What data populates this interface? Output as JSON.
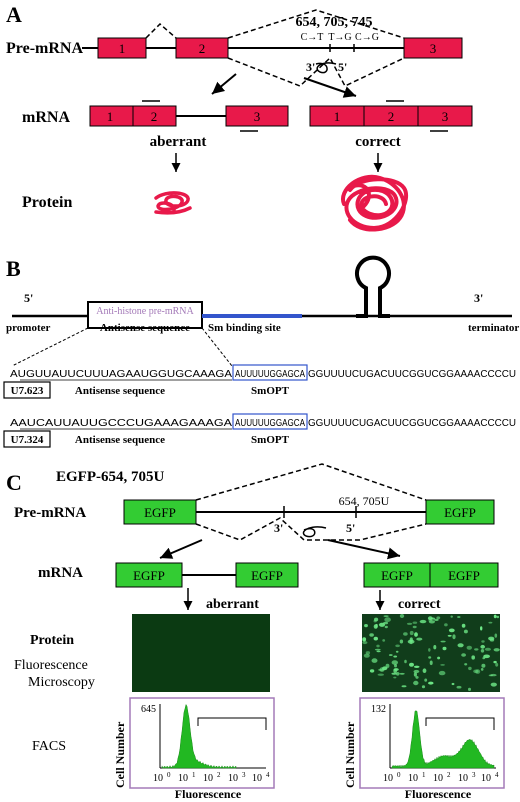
{
  "colors": {
    "exon_red": "#e8194a",
    "egfp_green": "#33cc33",
    "sm_blue": "#3355cc",
    "purple": "#a47ab8",
    "facs_green": "#22b822",
    "micro_dark": "#0b3a12",
    "micro_bright": "#113d1b",
    "cell_green": "#6ee887"
  },
  "panel_a": {
    "letter": "A",
    "premrna_label": "Pre-mRNA",
    "mrna_label": "mRNA",
    "protein_label": "Protein",
    "exons": [
      "1",
      "2",
      "3"
    ],
    "mutations_title": "654, 705, 745",
    "mut1": "C→T",
    "mut2": "T→G",
    "mut3": "C→G",
    "three_prime": "3'",
    "five_prime": "5'",
    "aberrant": "aberrant",
    "correct": "correct"
  },
  "panel_b": {
    "letter": "B",
    "five_prime": "5'",
    "three_prime": "3'",
    "promoter": "promoter",
    "terminator": "terminator",
    "box_title": "Anti-histone pre-mRNA",
    "antisense_sequence": "Antisense sequence",
    "sm_binding_site": "Sm binding site",
    "seq1_a": "AUGUUAUUCUUUAGAAUGGUGCAAAGA",
    "seq1_box": "AUUUUUGGAGCA",
    "seq1_b": "GGUUUUCUGACUUCGGUCGGAAAACCCCU",
    "seq1_name": "U7.623",
    "seq1_antisense": "Antisense sequence",
    "seq1_smopt": "SmOPT",
    "seq2_a": "AAUCAUUAUUGCCCUGAAAGAAAGA",
    "seq2_box": "AUUUUUGGAGCA",
    "seq2_b": "GGUUUUCUGACUUCGGUCGGAAAACCCCU",
    "seq2_name": "U7.324",
    "seq2_antisense": "Antisense sequence",
    "seq2_smopt": "SmOPT"
  },
  "panel_c": {
    "letter": "C",
    "construct": "EGFP-654, 705U",
    "premrna_label": "Pre-mRNA",
    "mrna_label": "mRNA",
    "protein_label": "Protein",
    "fluor_micro_1": "Fluorescence",
    "fluor_micro_2": "Microscopy",
    "facs_label": "FACS",
    "egfp": "EGFP",
    "mutations": "654, 705U",
    "three_prime": "3'",
    "five_prime": "5'",
    "aberrant": "aberrant",
    "correct": "correct",
    "hist_left": {
      "ymax_label": "645",
      "ylabel": "Cell Number",
      "xlabel": "Fluorescence",
      "ticks": [
        "10",
        "0",
        "10",
        "1",
        "10",
        "2",
        "10",
        "3",
        "10",
        "4"
      ]
    },
    "hist_right": {
      "ymax_label": "132",
      "ylabel": "Cell Number",
      "xlabel": "Fluorescence",
      "ticks": [
        "10",
        "0",
        "10",
        "1",
        "10",
        "2",
        "10",
        "3",
        "10",
        "4"
      ]
    }
  }
}
